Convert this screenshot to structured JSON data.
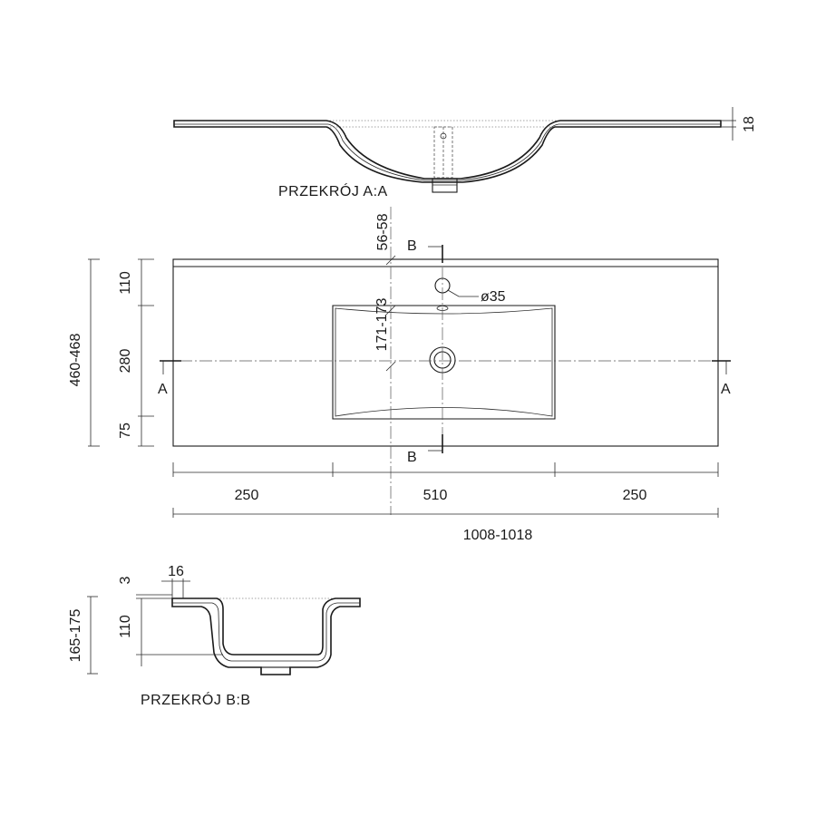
{
  "section_aa": {
    "title": "PRZEKRÓJ A:A",
    "thickness": "18"
  },
  "plan": {
    "depth_total": "460-468",
    "depth_back": "110",
    "depth_bowl": "280",
    "depth_front": "75",
    "backsplash": "56-58",
    "bowl_offset": "171-173",
    "tap_hole": "ø35",
    "cut_a_left": "A",
    "cut_a_right": "A",
    "cut_b_top": "B",
    "cut_b_bottom": "B",
    "width_left": "250",
    "width_bowl": "510",
    "width_right": "250",
    "width_total": "1008-1018"
  },
  "section_bb": {
    "title": "PRZEKRÓJ B:B",
    "height_total": "165-175",
    "rim": "3",
    "edge_width": "16",
    "bowl_depth": "110"
  }
}
